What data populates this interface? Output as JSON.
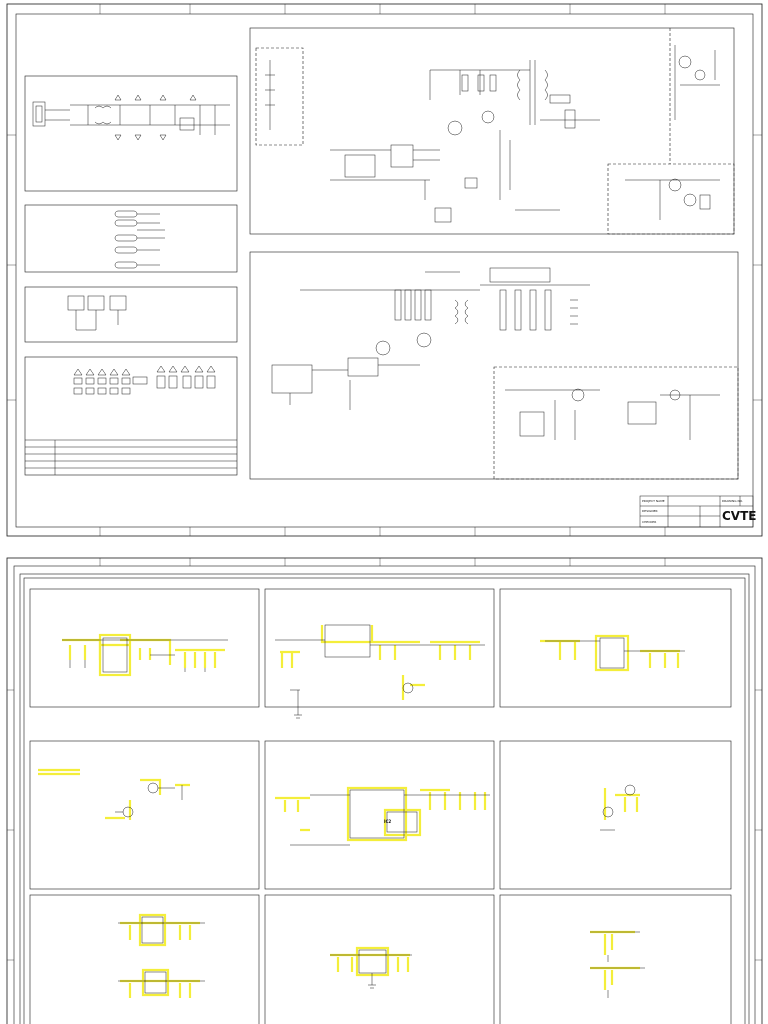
{
  "sheet1": {
    "title_block": {
      "logo": "CVTE",
      "cells": [
        "PROJECT NAME",
        "",
        "DRAWING NO.",
        "",
        "DESIGNER",
        "",
        "",
        "",
        "CHECKER",
        "",
        "",
        "",
        "",
        ""
      ]
    }
  },
  "sheet2": {
    "highlight_color": "#f4ee3a",
    "chip_label": "IC2"
  },
  "colors": {
    "line": "#1a1a1a",
    "highlight": "#f4ee3a",
    "paper": "#ffffff"
  }
}
